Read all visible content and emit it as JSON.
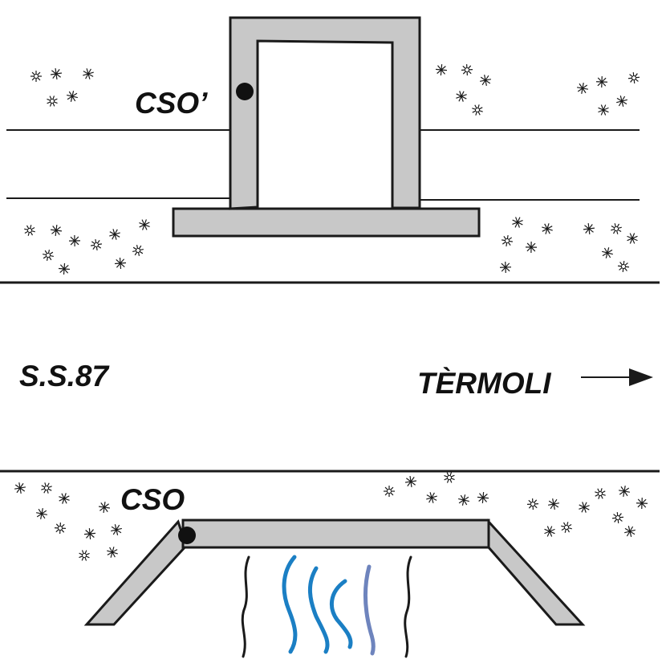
{
  "labels": {
    "cso_prime": "CSO’",
    "road_name": "S.S.87",
    "direction": "TÈRMOLI",
    "cso": "CSO"
  },
  "icons": {
    "direction_arrow": "right-arrow-icon",
    "vegetation": "flower-asterisk-icon",
    "marker": "dot-marker-icon"
  },
  "colors": {
    "structure_fill": "#c8c8c8",
    "outline": "#1a1a1a",
    "water_blue": "#1b7fc4",
    "water_light": "#6e84bd"
  }
}
